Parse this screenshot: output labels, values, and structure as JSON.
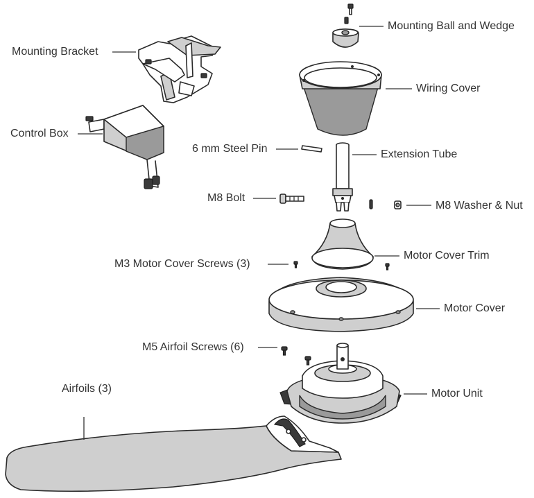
{
  "labels": {
    "mounting_ball": "Mounting Ball and Wedge",
    "mounting_bracket": "Mounting Bracket",
    "wiring_cover": "Wiring Cover",
    "control_box": "Control Box",
    "steel_pin": "6 mm Steel Pin",
    "extension_tube": "Extension Tube",
    "m8_bolt": "M8 Bolt",
    "m8_washer_nut": "M8 Washer & Nut",
    "motor_cover_trim": "Motor Cover Trim",
    "m3_screws": "M3 Motor Cover Screws (3)",
    "motor_cover": "Motor Cover",
    "m5_screws": "M5 Airfoil Screws (6)",
    "motor_unit": "Motor Unit",
    "airfoils": "Airfoils (3)"
  },
  "colors": {
    "line": "#2a2a2a",
    "light_fill": "#cfcfcf",
    "mid_fill": "#9a9a9a",
    "dark_fill": "#3a3a3a",
    "text": "#333333"
  }
}
